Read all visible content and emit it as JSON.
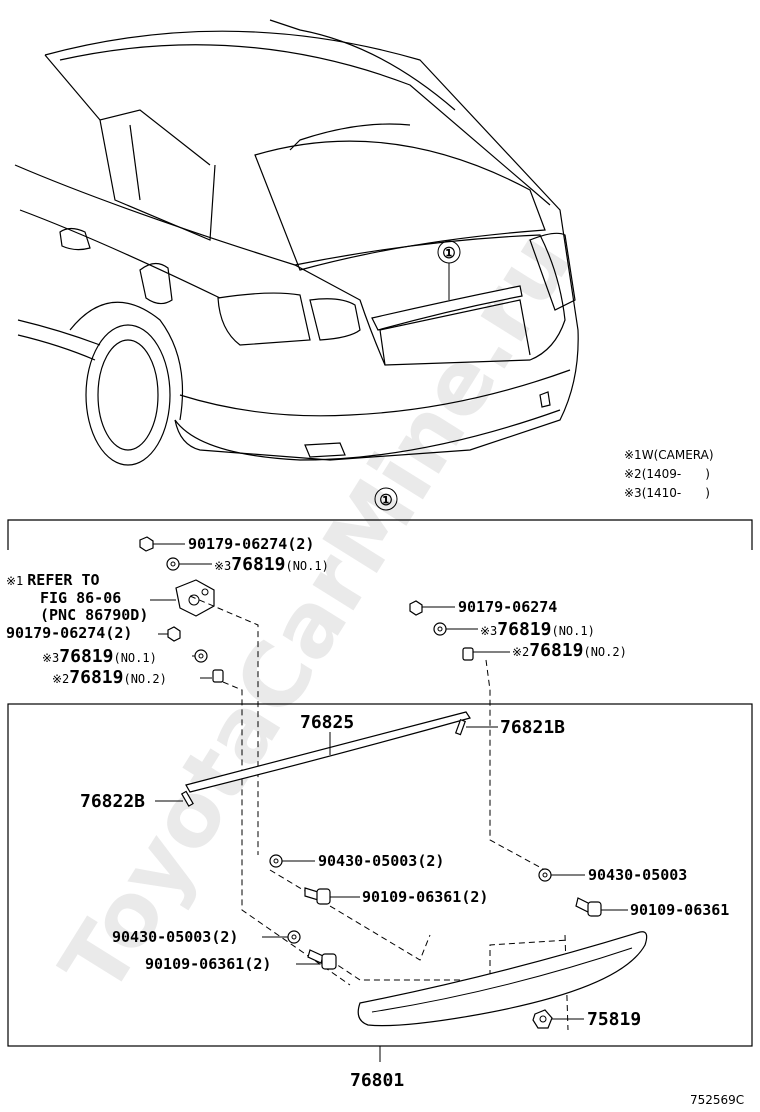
{
  "watermark": "ToyotaCarMine.ru",
  "figure_code": "752569C",
  "callout_marker": "①",
  "legend": [
    {
      "id": "legend-1",
      "mark": "※1",
      "text": "W(CAMERA)"
    },
    {
      "id": "legend-2",
      "mark": "※2",
      "text": "(1409-　　)"
    },
    {
      "id": "legend-3",
      "mark": "※3",
      "text": "(1410-　　)"
    }
  ],
  "reference_note": {
    "mark": "※1",
    "line1": "REFER TO",
    "line2": "FIG 86-06",
    "line3": "(PNC 86790D)"
  },
  "parts": {
    "p_90179_top": {
      "number": "90179-06274",
      "suffix": "(2)"
    },
    "p_76819_top": {
      "mark": "※3",
      "number": "76819",
      "suffix": "(NO.1)"
    },
    "p_90179_left": {
      "number": "90179-06274",
      "suffix": "(2)"
    },
    "p_76819_left": {
      "mark": "※3",
      "number": "76819",
      "suffix": "(NO.1)"
    },
    "p_76819_no2_left": {
      "mark": "※2",
      "number": "76819",
      "suffix": "(NO.2)"
    },
    "p_90179_right": {
      "number": "90179-06274",
      "suffix": ""
    },
    "p_76819_right": {
      "mark": "※3",
      "number": "76819",
      "suffix": "(NO.1)"
    },
    "p_76819_no2_right": {
      "mark": "※2",
      "number": "76819",
      "suffix": "(NO.2)"
    },
    "p_76825": {
      "number": "76825"
    },
    "p_76821B": {
      "number": "76821B"
    },
    "p_76822B": {
      "number": "76822B"
    },
    "p_90430_mid": {
      "number": "90430-05003",
      "suffix": "(2)"
    },
    "p_90109_mid": {
      "number": "90109-06361",
      "suffix": "(2)"
    },
    "p_90430_right": {
      "number": "90430-05003",
      "suffix": ""
    },
    "p_90109_right": {
      "number": "90109-06361",
      "suffix": ""
    },
    "p_90430_left": {
      "number": "90430-05003",
      "suffix": "(2)"
    },
    "p_90109_left": {
      "number": "90109-06361",
      "suffix": "(2)"
    },
    "p_75819": {
      "number": "75819"
    },
    "p_76801": {
      "number": "76801"
    }
  }
}
